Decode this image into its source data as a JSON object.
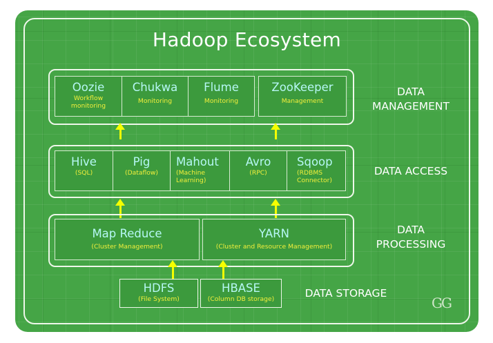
{
  "title": "Hadoop Ecosystem",
  "layers": {
    "management": {
      "label_line1": "DATA",
      "label_line2": "MANAGEMENT",
      "items": [
        {
          "name": "Oozie",
          "sub1": "Workflow",
          "sub2": "monitoring"
        },
        {
          "name": "Chukwa",
          "sub1": "Monitoring"
        },
        {
          "name": "Flume",
          "sub1": "Monitoring"
        },
        {
          "name": "ZooKeeper",
          "sub1": "Management"
        }
      ]
    },
    "access": {
      "label": "DATA ACCESS",
      "items": [
        {
          "name": "Hive",
          "sub1": "(SQL)"
        },
        {
          "name": "Pig",
          "sub1": "(Dataflow)"
        },
        {
          "name": "Mahout",
          "sub1": "(Machine",
          "sub2": "Learning)"
        },
        {
          "name": "Avro",
          "sub1": "(RPC)"
        },
        {
          "name": "Sqoop",
          "sub1": "(RDBMS",
          "sub2": "Connector)"
        }
      ]
    },
    "processing": {
      "label_line1": "DATA",
      "label_line2": "PROCESSING",
      "items": [
        {
          "name": "Map Reduce",
          "sub1": "(Cluster Management)"
        },
        {
          "name": "YARN",
          "sub1": "(Cluster and Resource Management)"
        }
      ]
    },
    "storage": {
      "label": "DATA STORAGE",
      "items": [
        {
          "name": "HDFS",
          "sub1": "(File System)"
        },
        {
          "name": "HBASE",
          "sub1": "(Column DB storage)"
        }
      ]
    }
  },
  "logo_text": "GG",
  "colors": {
    "background": "#45a546",
    "component_name": "#b6f7f4",
    "component_sub": "#f2ef3c",
    "arrow": "#f5ff00"
  }
}
